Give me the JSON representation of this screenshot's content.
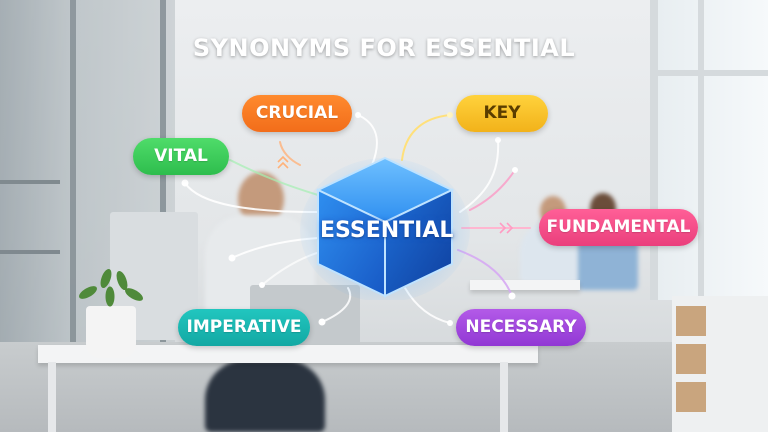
{
  "title": "SYNONYMS FOR ESSENTIAL",
  "center": {
    "label": "ESSENTIAL",
    "color": "#2f8ff0"
  },
  "synonyms": [
    {
      "label": "CRUCIAL",
      "color": "#f47a22"
    },
    {
      "label": "KEY",
      "color": "#f5bf2a"
    },
    {
      "label": "VITAL",
      "color": "#3ccc58"
    },
    {
      "label": "FUNDAMENTAL",
      "color": "#ef4d86"
    },
    {
      "label": "IMPERATIVE",
      "color": "#19b6b0"
    },
    {
      "label": "NECESSARY",
      "color": "#a049dd"
    }
  ]
}
